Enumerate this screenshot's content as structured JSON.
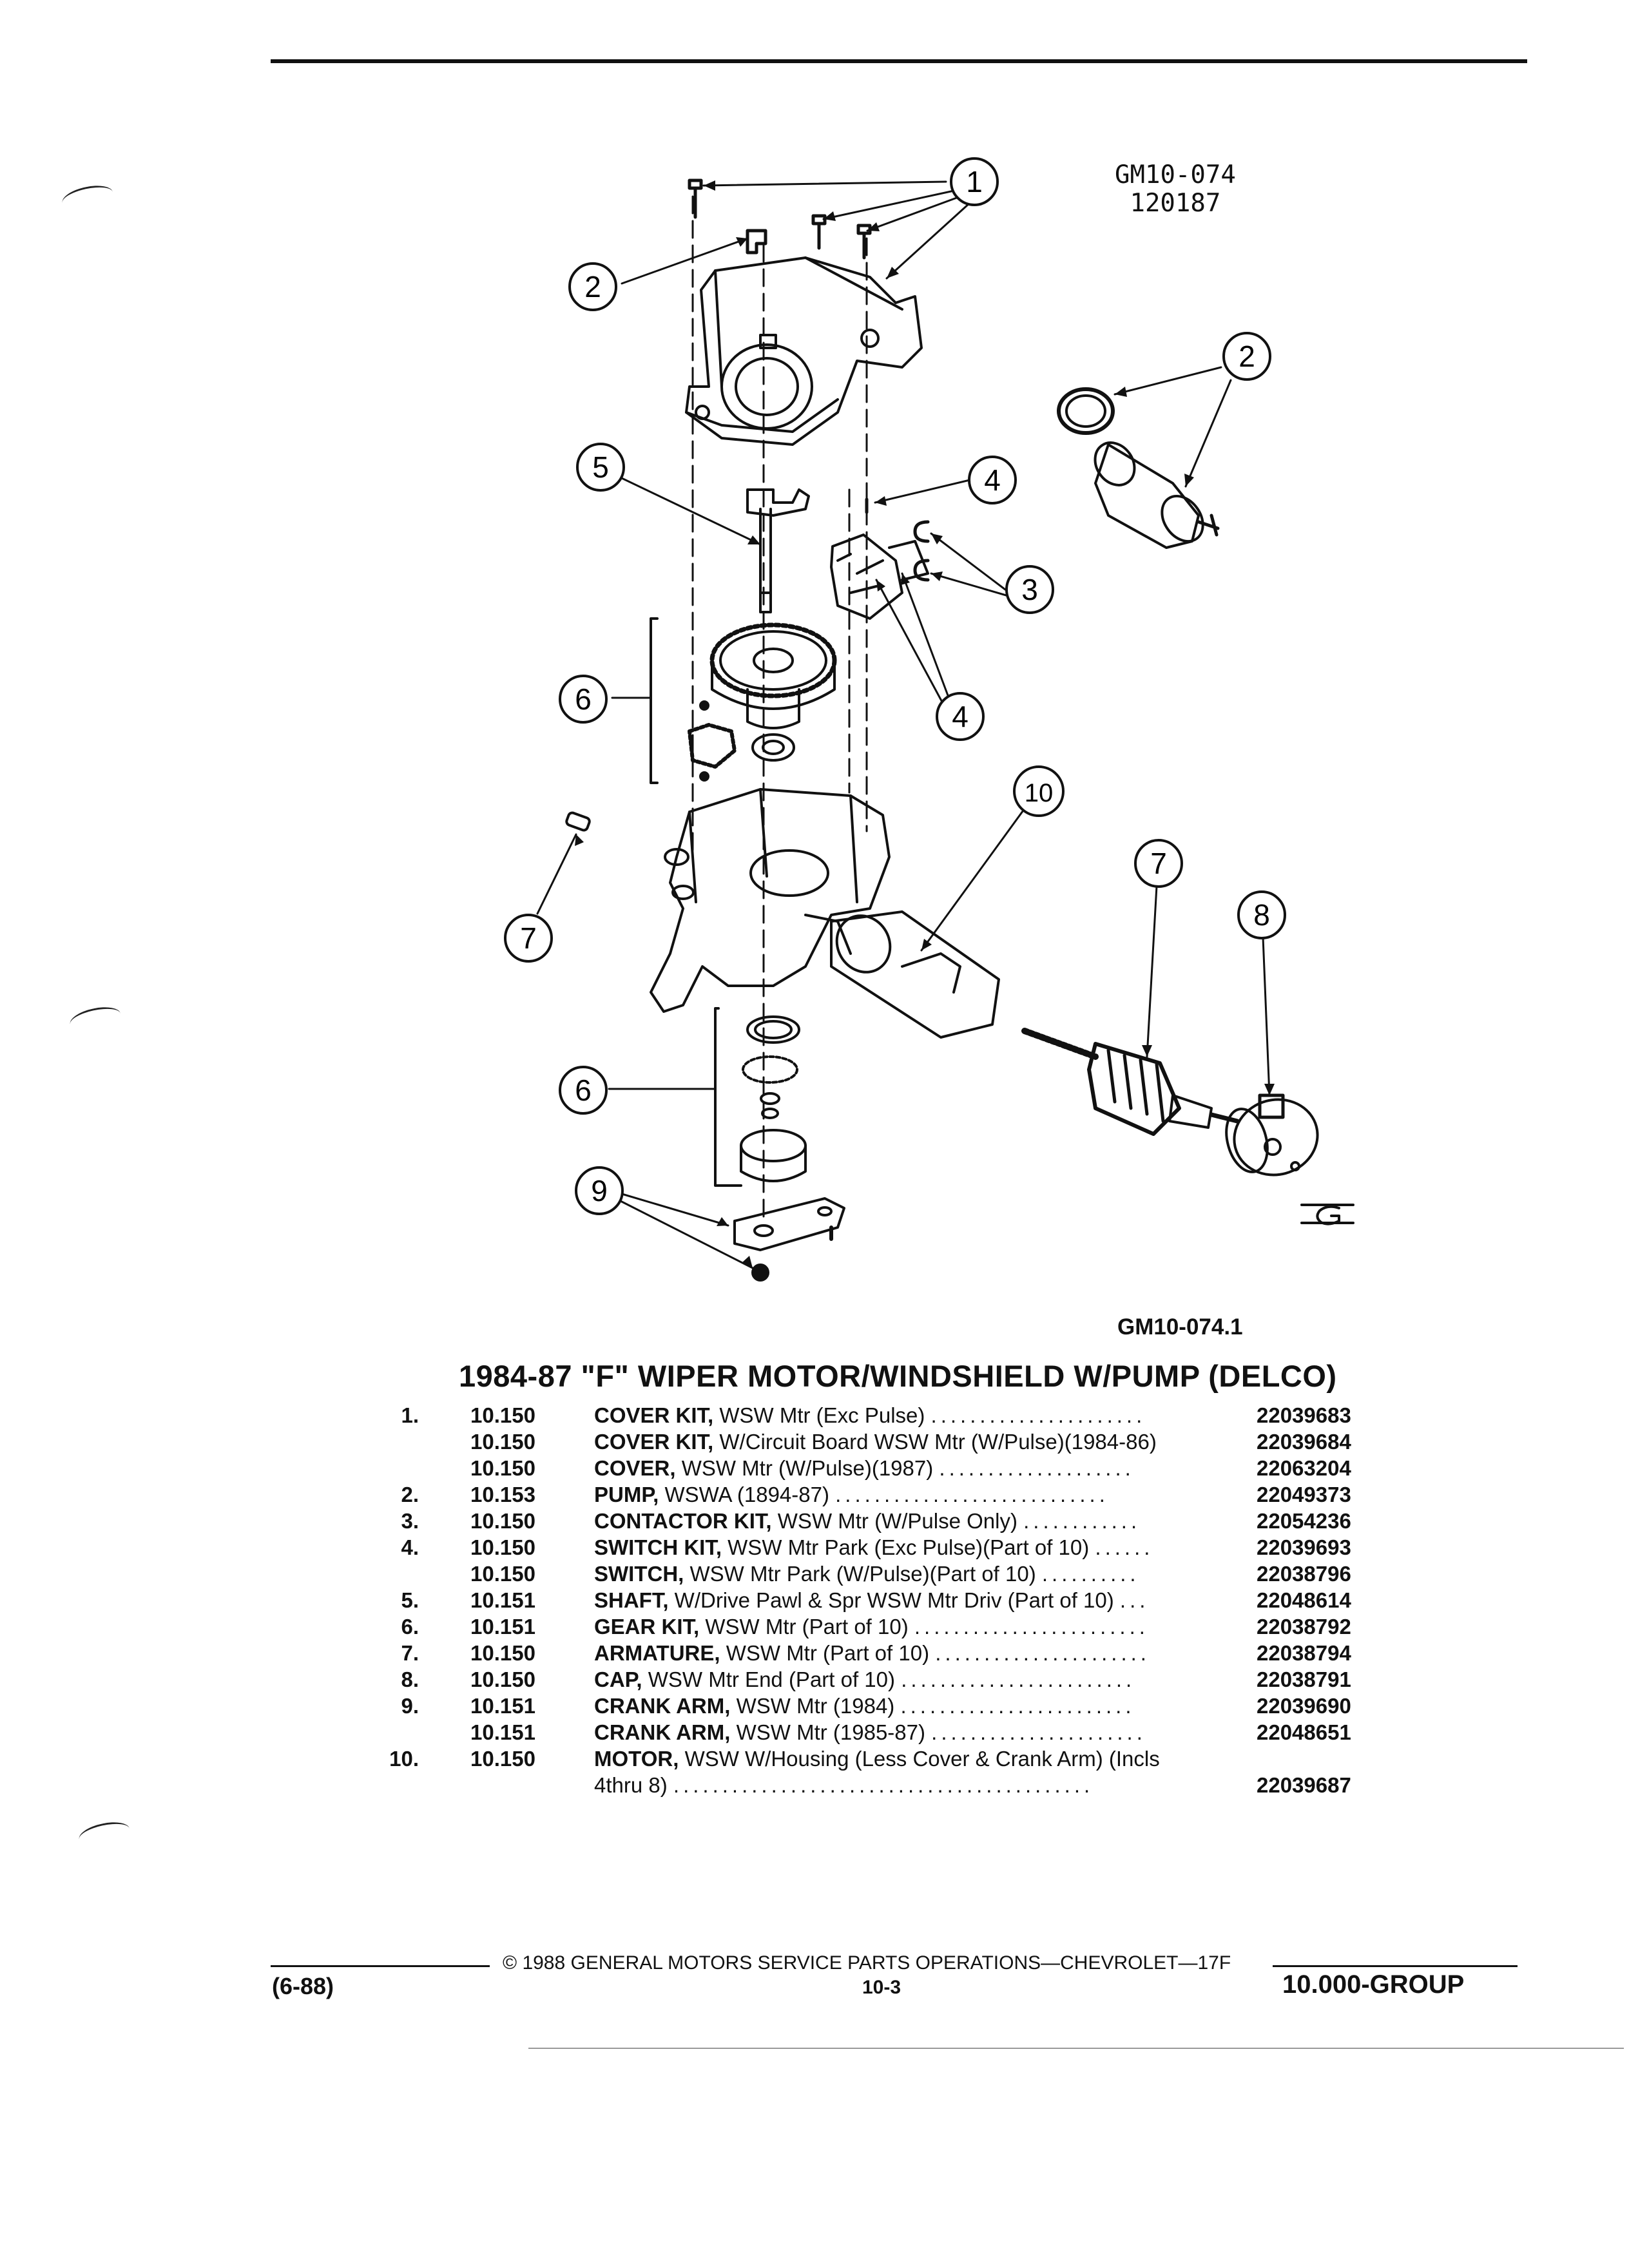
{
  "drawing_code": {
    "line1": "GM10-074",
    "line2": "120187"
  },
  "figure_ref": "GM10-074.1",
  "title": "1984-87 \"F\" WIPER MOTOR/WINDSHIELD W/PUMP (DELCO)",
  "callouts": [
    "1",
    "2",
    "2",
    "3",
    "4",
    "4",
    "5",
    "6",
    "6",
    "7",
    "7",
    "8",
    "9",
    "10"
  ],
  "parts": [
    {
      "num": "1.",
      "group": "10.150",
      "name": "COVER KIT,",
      "desc": "WSW Mtr (Exc Pulse)",
      "dots": "......................",
      "pn": "22039683"
    },
    {
      "num": "",
      "group": "10.150",
      "name": "COVER KIT,",
      "desc": "W/Circuit Board WSW Mtr (W/Pulse)(1984-86)",
      "dots": "",
      "pn": "22039684"
    },
    {
      "num": "",
      "group": "10.150",
      "name": "COVER,",
      "desc": "WSW Mtr (W/Pulse)(1987)",
      "dots": "....................",
      "pn": "22063204"
    },
    {
      "num": "2.",
      "group": "10.153",
      "name": "PUMP,",
      "desc": "WSWA (1894-87)",
      "dots": "............................",
      "pn": "22049373"
    },
    {
      "num": "3.",
      "group": "10.150",
      "name": "CONTACTOR KIT,",
      "desc": "WSW Mtr (W/Pulse Only)",
      "dots": "............",
      "pn": "22054236"
    },
    {
      "num": "4.",
      "group": "10.150",
      "name": "SWITCH KIT,",
      "desc": "WSW Mtr Park (Exc Pulse)(Part of 10)",
      "dots": "......",
      "pn": "22039693"
    },
    {
      "num": "",
      "group": "10.150",
      "name": "SWITCH,",
      "desc": "WSW Mtr Park (W/Pulse)(Part of 10)",
      "dots": "..........",
      "pn": "22038796"
    },
    {
      "num": "5.",
      "group": "10.151",
      "name": "SHAFT,",
      "desc": "W/Drive Pawl & Spr WSW Mtr Driv (Part of 10)",
      "dots": "...",
      "pn": "22048614"
    },
    {
      "num": "6.",
      "group": "10.151",
      "name": "GEAR KIT,",
      "desc": "WSW Mtr (Part of 10)",
      "dots": "........................",
      "pn": "22038792"
    },
    {
      "num": "7.",
      "group": "10.150",
      "name": "ARMATURE,",
      "desc": "WSW Mtr (Part of 10)",
      "dots": "......................",
      "pn": "22038794"
    },
    {
      "num": "8.",
      "group": "10.150",
      "name": "CAP,",
      "desc": "WSW Mtr End (Part of 10)",
      "dots": "........................",
      "pn": "22038791"
    },
    {
      "num": "9.",
      "group": "10.151",
      "name": "CRANK ARM,",
      "desc": "WSW Mtr (1984)",
      "dots": "........................",
      "pn": "22039690"
    },
    {
      "num": "",
      "group": "10.151",
      "name": "CRANK ARM,",
      "desc": "WSW Mtr (1985-87)",
      "dots": "......................",
      "pn": "22048651"
    },
    {
      "num": "10.",
      "group": "10.150",
      "name": "MOTOR,",
      "desc": "WSW W/Housing (Less Cover & Crank Arm) (Incls",
      "dots": "",
      "pn": ""
    },
    {
      "num": "",
      "group": "",
      "name": "",
      "desc": "4thru 8)",
      "dots": "...........................................",
      "pn": "22039687"
    }
  ],
  "footer": {
    "copyright": "© 1988 GENERAL MOTORS SERVICE PARTS OPERATIONS—CHEVROLET—17F",
    "page": "10-3",
    "date": "(6-88)",
    "group": "10.000-GROUP"
  }
}
